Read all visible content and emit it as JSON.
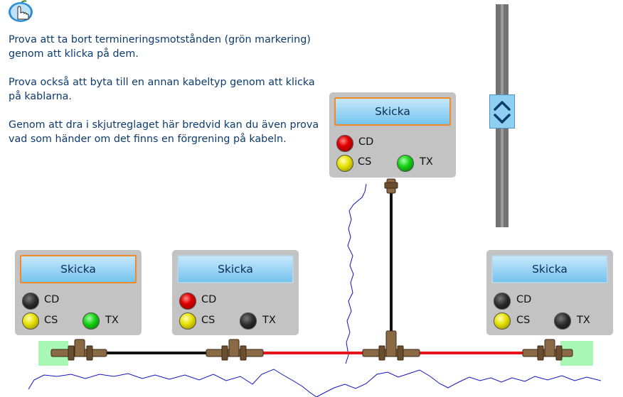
{
  "instructions": {
    "p1": "Prova att ta bort termineringsmotstånden (grön markering) genom att klicka på dem.",
    "p2": "Prova också att byta till en annan kabeltyp genom att klicka på kablarna.",
    "p3": "Genom att dra i skjutreglaget här bredvid kan du även prova vad som händer om det finns en förgrening på kabeln."
  },
  "stations": [
    {
      "button": "Skicka",
      "focused": true,
      "cd": "CD",
      "cs": "CS",
      "tx": "TX",
      "cd_color": "off",
      "cs_color": "yellow",
      "tx_color": "green"
    },
    {
      "button": "Skicka",
      "focused": false,
      "cd": "CD",
      "cs": "CS",
      "tx": "TX",
      "cd_color": "red",
      "cs_color": "yellow",
      "tx_color": "off"
    },
    {
      "button": "Skicka",
      "focused": true,
      "cd": "CD",
      "cs": "CS",
      "tx": "TX",
      "cd_color": "red",
      "cs_color": "yellow",
      "tx_color": "green"
    },
    {
      "button": "Skicka",
      "focused": false,
      "cd": "CD",
      "cs": "CS",
      "tx": "TX",
      "cd_color": "off",
      "cs_color": "yellow",
      "tx_color": "off"
    }
  ],
  "colors": {
    "cable_coax_black": "#111111",
    "cable_red": "#e8141c",
    "signal_trace": "#1010c0",
    "terminator": "#a9f7b5",
    "button_focus_border": "#f08a28"
  },
  "icons": {
    "app": "apple-hand-pointer-icon",
    "slider": "up-down-chevron-icon",
    "connector": "bnc-connector-icon"
  }
}
